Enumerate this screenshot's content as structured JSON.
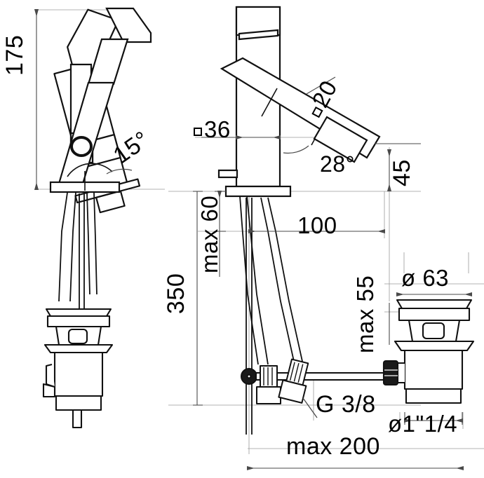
{
  "drawing": {
    "title": "Technical dimensional drawing - single lever basin mixer with pop-up waste",
    "units": "mm",
    "line_color": "#1a1a1a",
    "dimension_color": "#555555",
    "background": "#ffffff"
  },
  "dimensions": {
    "height_175": "175",
    "angle_15": "15°",
    "square_36": "36",
    "square_20": "20",
    "angle_28": "28°",
    "depth_45": "45",
    "spout_reach_100": "100",
    "max_60": "max 60",
    "total_350": "350",
    "max_55": "max 55",
    "diameter_63": "ø 63",
    "thread_g38": "G 3/8",
    "drain_diameter": "ø1\"1/4",
    "max_200": "max 200"
  },
  "labels": {
    "square_symbol": "□"
  }
}
